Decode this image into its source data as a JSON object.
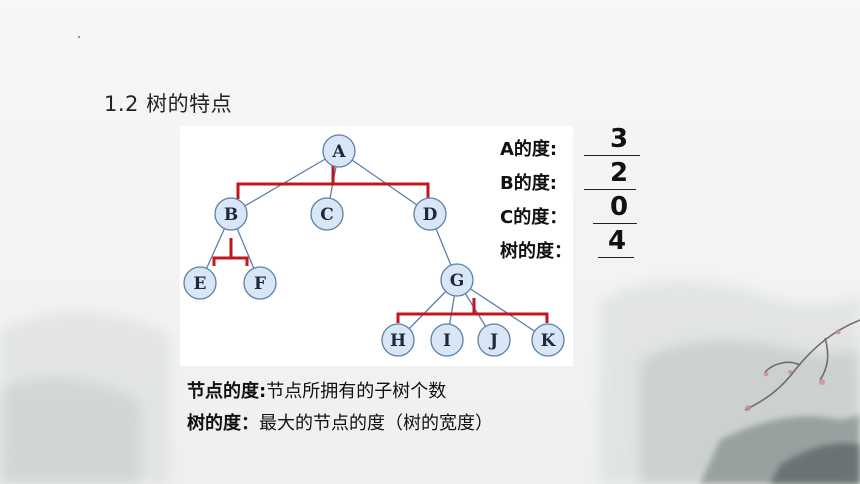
{
  "slide": {
    "section_title": "1.2 树的特点"
  },
  "tree": {
    "nodes": [
      {
        "id": "A",
        "label": "A"
      },
      {
        "id": "B",
        "label": "B"
      },
      {
        "id": "C",
        "label": "C"
      },
      {
        "id": "D",
        "label": "D"
      },
      {
        "id": "E",
        "label": "E"
      },
      {
        "id": "F",
        "label": "F"
      },
      {
        "id": "G",
        "label": "G"
      },
      {
        "id": "H",
        "label": "H"
      },
      {
        "id": "I",
        "label": "I"
      },
      {
        "id": "J",
        "label": "J"
      },
      {
        "id": "K",
        "label": "K"
      }
    ],
    "edges": [
      [
        "A",
        "B"
      ],
      [
        "A",
        "C"
      ],
      [
        "A",
        "D"
      ],
      [
        "B",
        "E"
      ],
      [
        "B",
        "F"
      ],
      [
        "D",
        "G"
      ],
      [
        "G",
        "H"
      ],
      [
        "G",
        "I"
      ],
      [
        "G",
        "J"
      ],
      [
        "G",
        "K"
      ]
    ],
    "node_fill": "#d9e6f5",
    "node_stroke": "#5b7fa8",
    "edge_color": "#5b7fa8",
    "bracket_color": "#c0161c"
  },
  "degrees": [
    {
      "label": "A的度:",
      "answer": "3"
    },
    {
      "label": "B的度:",
      "answer": "2"
    },
    {
      "label": "C的度：",
      "answer": "0"
    },
    {
      "label": "树的度：",
      "answer": "4"
    }
  ],
  "definitions": [
    {
      "term": "节点的度:",
      "text": "节点所拥有的子树个数"
    },
    {
      "term": "树的度：",
      "text": "最大的节点的度（树的宽度）"
    }
  ]
}
